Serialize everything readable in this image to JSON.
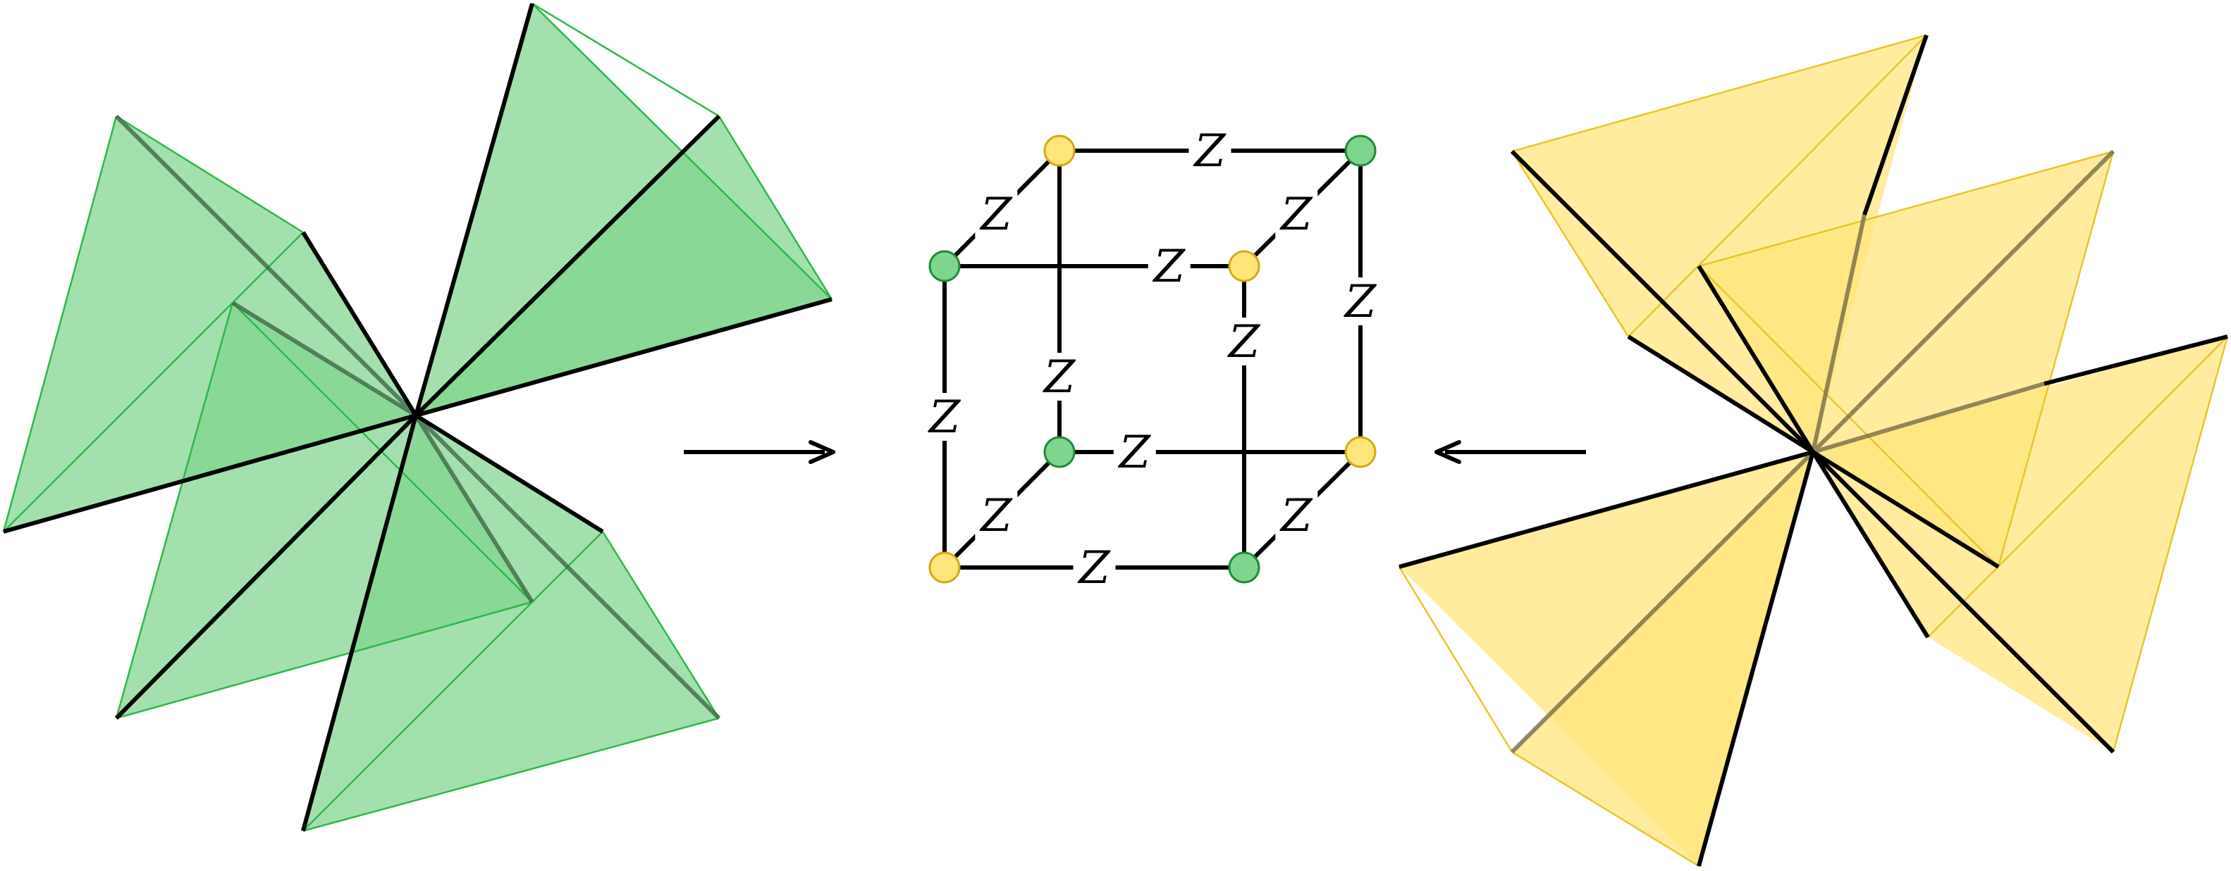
{
  "colors": {
    "green": "#7fd48e",
    "green_stroke": "#2db84a",
    "green_node": "#7fd48e",
    "green_node_stroke": "#1f8a3a",
    "yellow": "#ffe57a",
    "yellow_stroke": "#e8c52a",
    "yellow_node": "#ffe57a",
    "yellow_node_stroke": "#d4a914",
    "edge": "#000000",
    "background": "#ffffff"
  },
  "edge_label": "Z",
  "cube_nodes": [
    {
      "id": "back-top-left",
      "color": "yellow"
    },
    {
      "id": "back-top-right",
      "color": "green"
    },
    {
      "id": "front-top-left",
      "color": "green"
    },
    {
      "id": "front-top-right",
      "color": "yellow"
    },
    {
      "id": "back-bottom-left",
      "color": "green"
    },
    {
      "id": "back-bottom-right",
      "color": "yellow"
    },
    {
      "id": "front-bottom-left",
      "color": "yellow"
    },
    {
      "id": "front-bottom-right",
      "color": "green"
    }
  ],
  "arrows": [
    {
      "id": "left-arrow",
      "direction": "right"
    },
    {
      "id": "right-arrow",
      "direction": "left"
    }
  ],
  "pinwheels": [
    {
      "id": "green-pinwheel",
      "color": "green",
      "blades": 4
    },
    {
      "id": "yellow-pinwheel",
      "color": "yellow",
      "blades": 4
    }
  ]
}
